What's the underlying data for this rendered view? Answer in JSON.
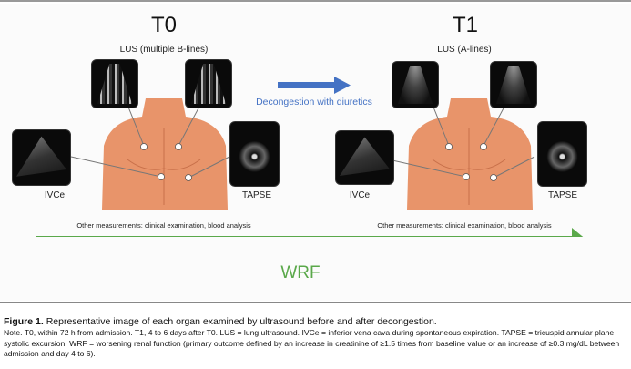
{
  "figure": {
    "t0": {
      "title": "T0",
      "lus": "LUS (multiple B-lines)",
      "ivce": "IVCe",
      "tapse": "TAPSE",
      "other": "Other measurements: clinical examination, blood analysis"
    },
    "t1": {
      "title": "T1",
      "lus": "LUS (A-lines)",
      "ivce": "IVCe",
      "tapse": "TAPSE",
      "other": "Other measurements: clinical examination, blood analysis"
    },
    "arrow_label": "Decongestion with diuretics",
    "outcome_label": "WRF",
    "colors": {
      "blue_arrow": "#4472c4",
      "green_arrow": "#5aa84a",
      "skin": "#e8946a"
    }
  },
  "caption": {
    "label": "Figure 1.",
    "title": "Representative image of each organ examined by ultrasound before and after decongestion.",
    "note": "Note. T0, within 72 h from admission. T1, 4 to 6 days after T0. LUS = lung ultrasound. IVCe = inferior vena cava during spontaneous expiration. TAPSE = tricuspid annular plane systolic excursion. WRF = worsening renal function (primary outcome defined by an increase in creatinine of ≥1.5 times from baseline value or an increase of ≥0.3 mg/dL between admission and day 4 to 6)."
  }
}
